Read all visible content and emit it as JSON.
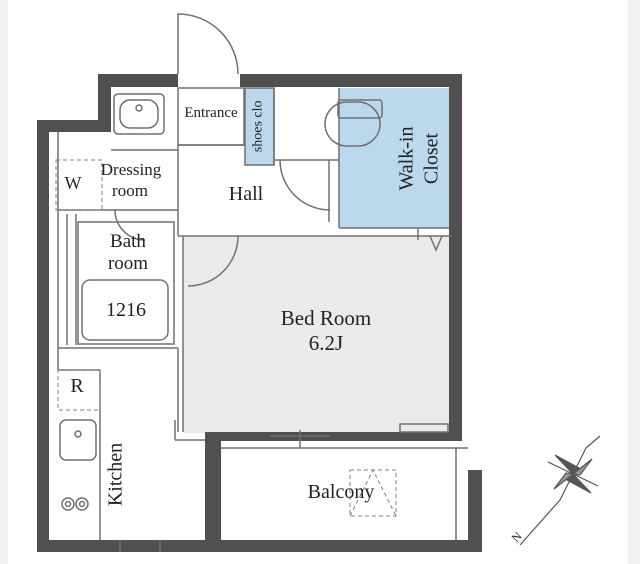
{
  "rooms": {
    "entrance": "Entrance",
    "shoes_closet": "shoes clo",
    "dressing_room_line1": "Dressing",
    "dressing_room_line2": "room",
    "washer": "W",
    "hall": "Hall",
    "walk_in_closet_line1": "Walk-in",
    "walk_in_closet_line2": "Closet",
    "bath_room_line1": "Bath",
    "bath_room_line2": "room",
    "bathtub_size": "1216",
    "bed_room_line1": "Bed Room",
    "bed_room_line2": "6.2J",
    "refrigerator": "R",
    "kitchen": "Kitchen",
    "balcony": "Balcony"
  },
  "compass": {
    "north": "N"
  },
  "colors": {
    "wall": "#505050",
    "closet_fill": "#bcd8ec",
    "floor_fill": "#ebebeb",
    "outline": "#707070"
  }
}
